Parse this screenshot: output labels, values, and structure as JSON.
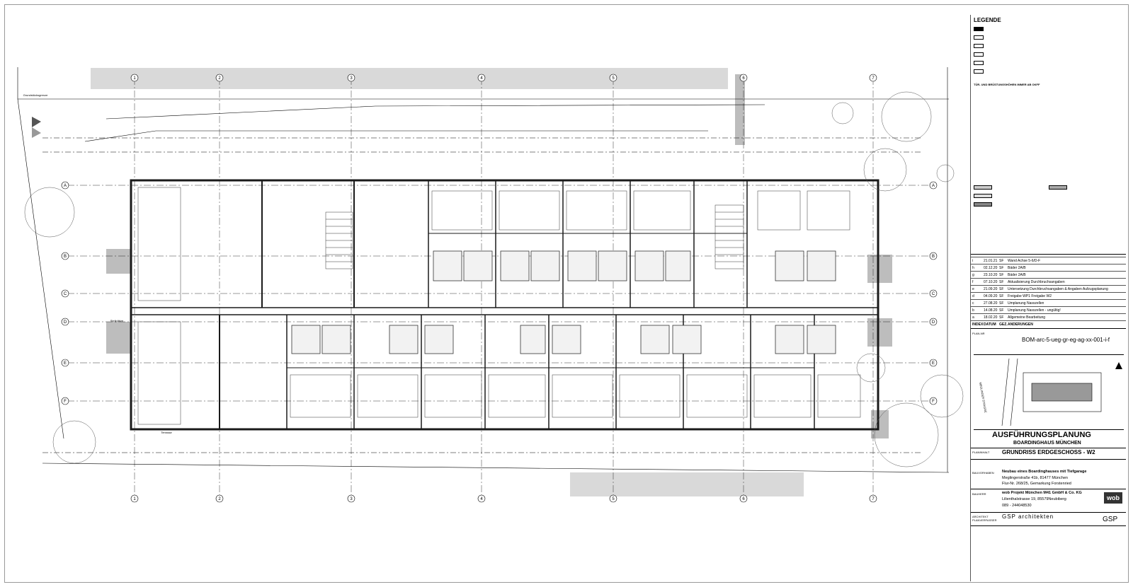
{
  "legend": {
    "title": "LEGENDE",
    "heights_title": "TÜR- UND BRÜSTUNGSHÖHEN IMMER AB OKFF"
  },
  "revisions": [
    {
      "index": "i",
      "date": "21.01.21",
      "by": "SF",
      "text": "Wand Achse 5-6/D-F"
    },
    {
      "index": "h",
      "date": "02.12.20",
      "by": "SF",
      "text": "Bäder 2A/B"
    },
    {
      "index": "g",
      "date": "23.10.20",
      "by": "SF",
      "text": "Bäder 2A/B"
    },
    {
      "index": "f",
      "date": "07.10.20",
      "by": "SF",
      "text": "Aktualisierung Durchbruchsangaben"
    },
    {
      "index": "e",
      "date": "21.09.20",
      "by": "SF",
      "text": "Untersetzung Durchbruchsangaben & Angaben Aufzugsplanung"
    },
    {
      "index": "d",
      "date": "04.09.20",
      "by": "SF",
      "text": "Freigabe WP1    Freigabe W2"
    },
    {
      "index": "c",
      "date": "27.08.20",
      "by": "SF",
      "text": "Umplanung Nasszellen"
    },
    {
      "index": "b",
      "date": "14.08.20",
      "by": "SF",
      "text": "Umplanung Nasszellen - ungültig!"
    },
    {
      "index": "a",
      "date": "18.02.20",
      "by": "SF",
      "text": "Allgemeine Bearbeitung"
    }
  ],
  "revision_header": {
    "index": "INDEX",
    "date": "DATUM",
    "by": "GEZ.",
    "text": "ÄNDERUNGEN"
  },
  "plan_number_label": "PLAN-NR",
  "plan_number": "BOM-arc-5-ueg-gr-eg-ag-xx-001-i-f",
  "site": {
    "street": "MEGLINGER STRASSE"
  },
  "stage": "AUSFÜHRUNGSPLANUNG",
  "project_title": "BOARDINGHAUS MÜNCHEN",
  "plan_title": "GRUNDRISS ERDGESCHOSS - W2",
  "plan_content_label": "PLANINHALT",
  "project": {
    "label": "BAUVORHABEN",
    "line1": "Neubau eines Boardinghauses mit Tiefgarage",
    "line2": "Meglingerstraße 41b, 81477 München",
    "line3": "Flur-Nr. 268/25, Gemarkung Forstenried"
  },
  "client": {
    "label": "BAUHERR",
    "line1": "wob Projekt München M41 GmbH & Co. KG",
    "line2": "Lilienthalstrasse 19, 85579Neubiberg",
    "line3": "089 - 244048530",
    "logo": "wob"
  },
  "architect": {
    "label1": "ARCHITEKT",
    "label2": "PLANVERFASSER",
    "name": "GSP architekten",
    "logo": "GSP"
  },
  "axes_numbers": [
    "1",
    "2",
    "3",
    "4",
    "5",
    "6",
    "7"
  ],
  "axes_letters": [
    "A",
    "B",
    "C",
    "D",
    "E",
    "F"
  ],
  "plan_labels": {
    "terrace": "Terrasse",
    "car_park": "Stellplätze",
    "ground_line": "Grundstücksgrenze"
  },
  "colors": {
    "line": "#000000",
    "wall": "#1a1a1a",
    "hatch": "#bdbdbd",
    "shade": "#d9d9d9"
  }
}
